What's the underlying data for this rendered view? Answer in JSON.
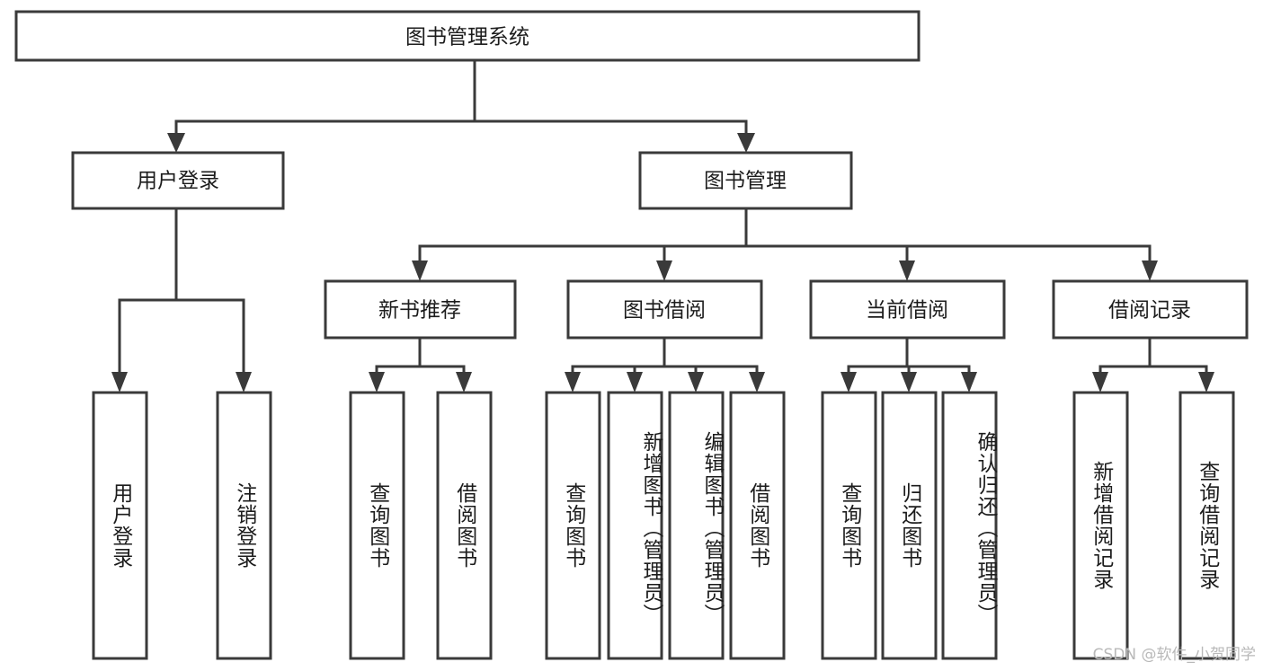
{
  "diagram": {
    "type": "tree",
    "title": "图书管理系统",
    "root": {
      "id": "root",
      "label": "图书管理系统",
      "orientation": "horizontal"
    },
    "level2": [
      {
        "id": "user-login",
        "label": "用户登录",
        "orientation": "horizontal"
      },
      {
        "id": "book-manage",
        "label": "图书管理",
        "orientation": "horizontal"
      }
    ],
    "level3": [
      {
        "id": "new-book-recommend",
        "label": "新书推荐",
        "parent": "book-manage",
        "orientation": "horizontal"
      },
      {
        "id": "book-borrow",
        "label": "图书借阅",
        "parent": "book-manage",
        "orientation": "horizontal"
      },
      {
        "id": "current-borrow",
        "label": "当前借阅",
        "parent": "book-manage",
        "orientation": "horizontal"
      },
      {
        "id": "borrow-record",
        "label": "借阅记录",
        "parent": "book-manage",
        "orientation": "horizontal"
      }
    ],
    "leaves": [
      {
        "id": "leaf-user-login",
        "label": "用户登录",
        "parent": "user-login",
        "orientation": "vertical"
      },
      {
        "id": "leaf-logout-login",
        "label": "注销登录",
        "parent": "user-login",
        "orientation": "vertical"
      },
      {
        "id": "leaf-query-book-1",
        "label": "查询图书",
        "parent": "new-book-recommend",
        "orientation": "vertical"
      },
      {
        "id": "leaf-borrow-book-1",
        "label": "借阅图书",
        "parent": "new-book-recommend",
        "orientation": "vertical"
      },
      {
        "id": "leaf-query-book-2",
        "label": "查询图书",
        "parent": "book-borrow",
        "orientation": "vertical"
      },
      {
        "id": "leaf-add-book",
        "label": "新增图书（管理员）",
        "parent": "book-borrow",
        "orientation": "vertical"
      },
      {
        "id": "leaf-edit-book",
        "label": "编辑图书（管理员）",
        "parent": "book-borrow",
        "orientation": "vertical"
      },
      {
        "id": "leaf-borrow-book-2",
        "label": "借阅图书",
        "parent": "book-borrow",
        "orientation": "vertical"
      },
      {
        "id": "leaf-query-book-3",
        "label": "查询图书",
        "parent": "current-borrow",
        "orientation": "vertical"
      },
      {
        "id": "leaf-return-book",
        "label": "归还图书",
        "parent": "current-borrow",
        "orientation": "vertical"
      },
      {
        "id": "leaf-confirm-return",
        "label": "确认归还（管理员）",
        "parent": "current-borrow",
        "orientation": "vertical"
      },
      {
        "id": "leaf-add-record",
        "label": "新增借阅记录",
        "parent": "borrow-record",
        "orientation": "vertical"
      },
      {
        "id": "leaf-query-record",
        "label": "查询借阅记录",
        "parent": "borrow-record",
        "orientation": "vertical"
      }
    ],
    "watermark": "CSDN @软件_小贺同学",
    "colors": {
      "stroke": "#3a3a3a",
      "text": "#1c1c1c",
      "background": "#ffffff",
      "watermark": "#b9b9b9"
    }
  }
}
